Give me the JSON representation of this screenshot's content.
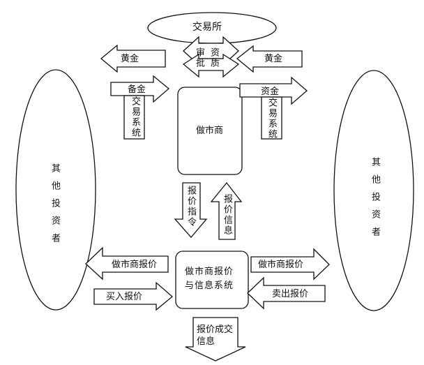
{
  "nodes": {
    "exchange": "交易所",
    "market_maker": "做市商",
    "quote_system": "做市商报价与信息系统",
    "other_investors_left": "其他投资者",
    "other_investors_right": "其他投资者"
  },
  "arrows": {
    "review_approval": "审批",
    "qualification": "资质",
    "gold_left_out": "黄金",
    "fund_left_in": "备金",
    "gold_trade_system_left": "交易系统",
    "gold_right_out": "黄金",
    "fund_right_in": "资金",
    "gold_trade_system_right": "交易系统",
    "quote_instruction": "报价指令",
    "quote_info": "报价信息",
    "mm_quote_left": "做市商报价",
    "buy_quote": "买入报价",
    "mm_quote_right": "做市商报价",
    "sell_quote": "卖出报价",
    "deal_info": "报价成交信息"
  },
  "colors": {
    "line": "#111111",
    "fill": "#ffffff"
  }
}
